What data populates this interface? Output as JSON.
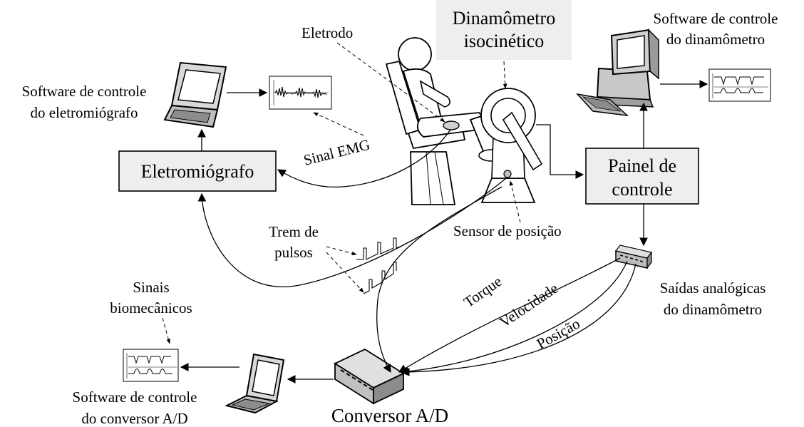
{
  "labels": {
    "eletrodo": "Eletrodo",
    "dinamometro": [
      "Dinamômetro",
      "isocinético"
    ],
    "software_dinamometro": [
      "Software de controle",
      "do dinamômetro"
    ],
    "software_eletromiografo": [
      "Software de controle",
      "do eletromiógrafo"
    ],
    "eletromiografo": "Eletromiógrafo",
    "sinal_emg": "Sinal EMG",
    "painel": [
      "Painel de",
      "controle"
    ],
    "sensor_posicao": "Sensor de posição",
    "trem_pulsos": [
      "Trem de",
      "pulsos"
    ],
    "sinais_biomecanicos": [
      "Sinais",
      "biomecânicos"
    ],
    "torque": "Torque",
    "velocidade": "Velocidade",
    "posicao": "Posição",
    "saidas_analogicas": [
      "Saídas analógicas",
      "do dinamômetro"
    ],
    "software_conversor": [
      "Software de controle",
      "do conversor A/D"
    ],
    "conversor": "Conversor A/D"
  },
  "icons": [
    "laptop-icon",
    "desktop-computer-icon",
    "emg-signal-plot-icon",
    "biomechanical-signals-plot-icon",
    "ad-converter-icon",
    "analog-outputs-connector-icon",
    "dynamometer-chair-icon",
    "dynamometer-head-icon"
  ]
}
